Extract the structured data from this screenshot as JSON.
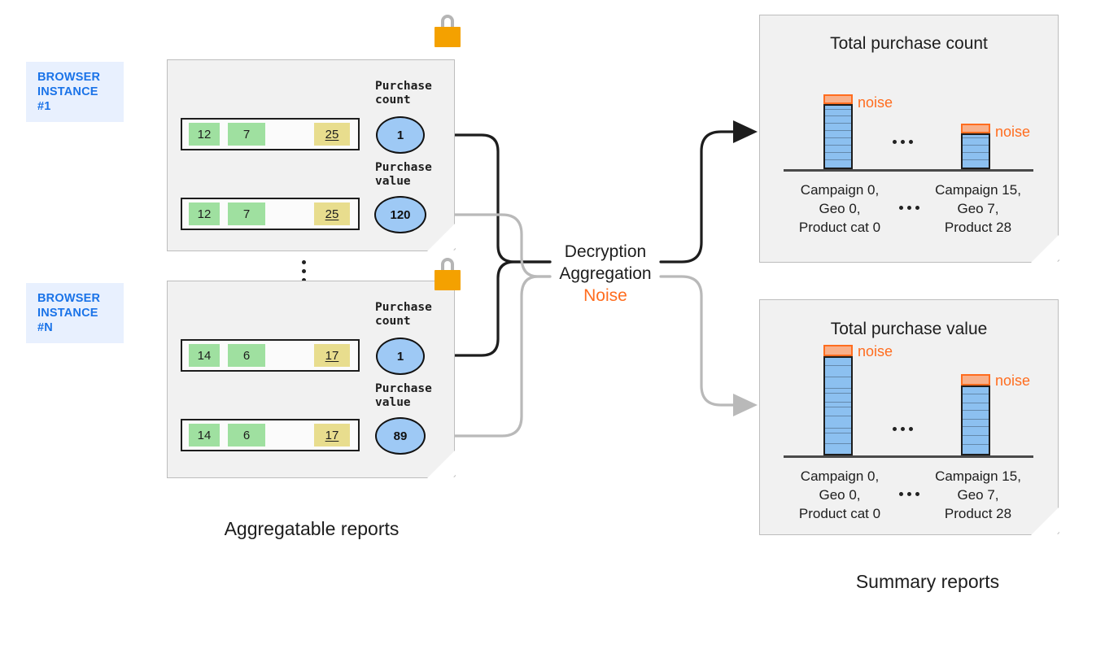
{
  "diagram": {
    "title_hidden": "",
    "colors": {
      "panel_bg": "#f1f1f1",
      "tag_bg": "#e8f0fe",
      "tag_text": "#1a73e8",
      "chip_green": "#9fe0a0",
      "chip_yellow": "#e8dd8e",
      "bubble_blue": "#9ec9f5",
      "bar_blue": "#8cc0f0",
      "noise_orange": "#ff6d1f",
      "noise_fill": "#f8b08a",
      "lock_body": "#f4a100",
      "lock_shackle": "#b5b5b5"
    }
  },
  "browser_instances": [
    {
      "tag": "BROWSER\nINSTANCE #1",
      "lock_icon": "padlock-icon",
      "rows": [
        {
          "metric_label": "Purchase\ncount",
          "bubble_value": "1",
          "chips": [
            {
              "value": "12",
              "kind": "green"
            },
            {
              "value": "7",
              "kind": "green"
            },
            {
              "value": "25",
              "kind": "yellow"
            }
          ]
        },
        {
          "metric_label": "Purchase\nvalue",
          "bubble_value": "120",
          "chips": [
            {
              "value": "12",
              "kind": "green"
            },
            {
              "value": "7",
              "kind": "green"
            },
            {
              "value": "25",
              "kind": "yellow"
            }
          ]
        }
      ]
    },
    {
      "tag": "BROWSER\nINSTANCE #N",
      "lock_icon": "padlock-icon",
      "rows": [
        {
          "metric_label": "Purchase\ncount",
          "bubble_value": "1",
          "chips": [
            {
              "value": "14",
              "kind": "green"
            },
            {
              "value": "6",
              "kind": "green"
            },
            {
              "value": "17",
              "kind": "yellow"
            }
          ]
        },
        {
          "metric_label": "Purchase\nvalue",
          "bubble_value": "89",
          "chips": [
            {
              "value": "14",
              "kind": "green"
            },
            {
              "value": "6",
              "kind": "green"
            },
            {
              "value": "17",
              "kind": "yellow"
            }
          ]
        }
      ]
    }
  ],
  "between_instances_ellipsis": "⋮",
  "process": {
    "line1": "Decryption",
    "line2": "Aggregation",
    "line3": "Noise"
  },
  "captions": {
    "left": "Aggregatable\nreports",
    "right": "Summary\nreports"
  },
  "chart_data": [
    {
      "type": "bar",
      "title": "Total purchase count",
      "xlabel": "",
      "ylabel": "",
      "categories": [
        "Campaign 0,\nGeo 0,\nProduct cat 0",
        "Campaign 15,\nGeo 7,\nProduct 28"
      ],
      "category_gap_marker": "...",
      "values": [
        100,
        57
      ],
      "noise": [
        11,
        11
      ],
      "noise_label": "noise",
      "segments": [
        9,
        5
      ],
      "grid": false,
      "legend": null
    },
    {
      "type": "bar",
      "title": "Total purchase value",
      "xlabel": "",
      "ylabel": "",
      "categories": [
        "Campaign 0,\nGeo 0,\nProduct cat 0",
        "Campaign 15,\nGeo 7,\nProduct 28"
      ],
      "category_gap_marker": "...",
      "values": [
        100,
        72
      ],
      "noise": [
        11,
        11
      ],
      "noise_label": "noise",
      "segments": [
        10,
        8
      ],
      "grid": false,
      "legend": null
    }
  ]
}
